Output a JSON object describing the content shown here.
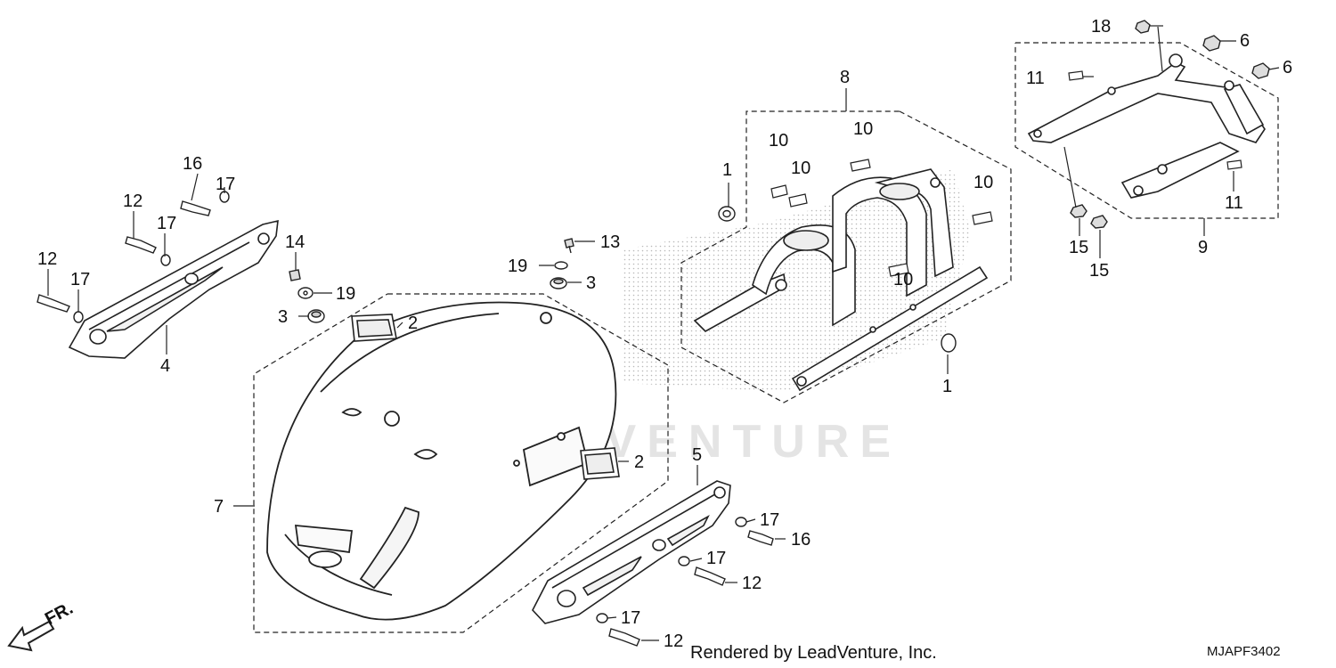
{
  "diagram": {
    "callouts": {
      "c1a": "1",
      "c1b": "1",
      "c2a": "2",
      "c2b": "2",
      "c3a": "3",
      "c3b": "3",
      "c4": "4",
      "c5": "5",
      "c6a": "6",
      "c6b": "6",
      "c7": "7",
      "c8": "8",
      "c9": "9",
      "c10a": "10",
      "c10b": "10",
      "c10c": "10",
      "c10d": "10",
      "c10e": "10",
      "c11a": "11",
      "c11b": "11",
      "c12a": "12",
      "c12b": "12",
      "c12c": "12",
      "c12d": "12",
      "c13": "13",
      "c14": "14",
      "c15a": "15",
      "c15b": "15",
      "c16a": "16",
      "c16b": "16",
      "c17a": "17",
      "c17b": "17",
      "c17c": "17",
      "c17d": "17",
      "c17e": "17",
      "c17f": "17",
      "c18": "18",
      "c19a": "19",
      "c19b": "19"
    },
    "front_indicator": "FR.",
    "watermark": "LEADVENTURE",
    "footer": "Rendered by LeadVenture, Inc.",
    "code": "MJAPF3402"
  }
}
